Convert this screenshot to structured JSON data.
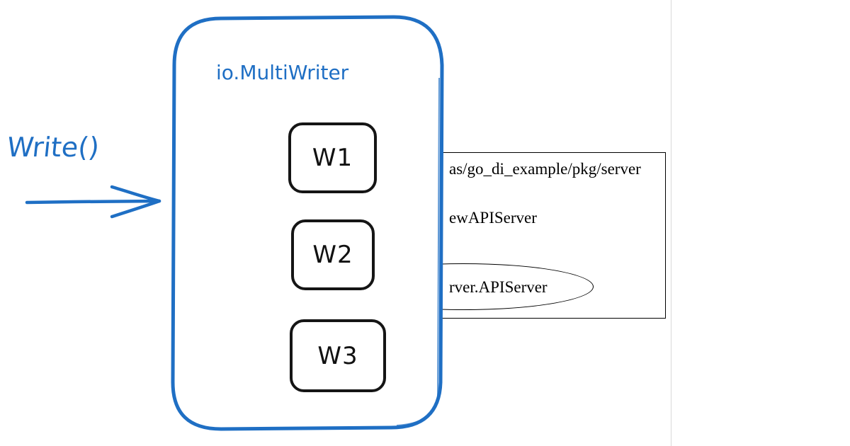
{
  "left_label": "Write()",
  "container": {
    "title": "io.MultiWriter",
    "writers": [
      "W1",
      "W2",
      "W3"
    ]
  },
  "package_box": {
    "path_text": "as/go_di_example/pkg/server",
    "func_text": "ewAPIServer",
    "type_text": "rver.APIServer"
  },
  "colors": {
    "sketch_blue": "#1f6fc4",
    "ink": "#151515"
  }
}
